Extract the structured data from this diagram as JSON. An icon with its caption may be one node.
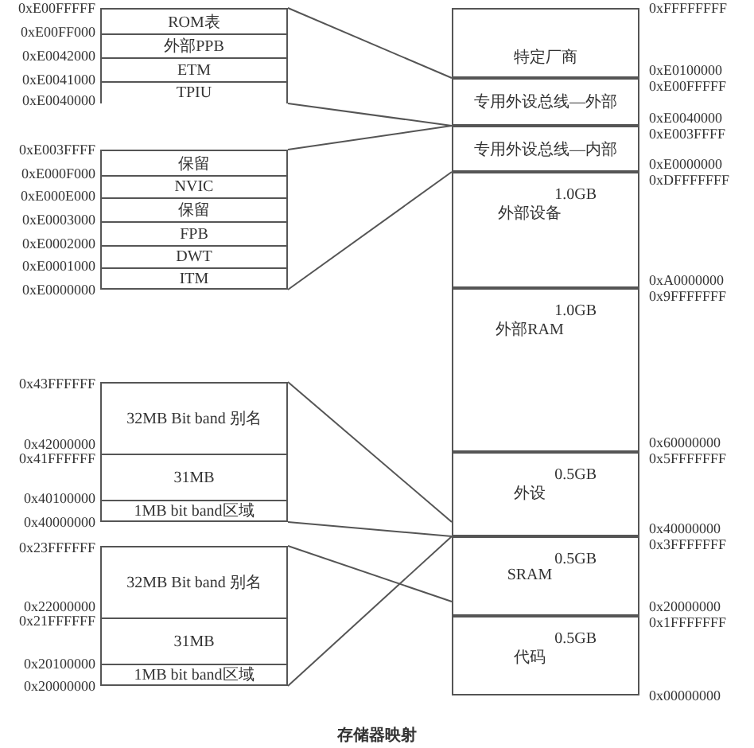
{
  "diagram": {
    "caption": "存储器映射",
    "nodes": [
      {
        "text": [],
        "shape": "box"
      },
      {
        "text": [
          "ROM表"
        ],
        "in": 0
      },
      {
        "text": [
          "外部PPB"
        ],
        "in": 0
      },
      {
        "text": [
          "ETM"
        ],
        "in": 0
      },
      {
        "text": [
          "TPIU"
        ],
        "in": 0
      },
      {
        "text": [
          "特定厂商"
        ]
      },
      {
        "text": [
          "专用外设总线—外部"
        ]
      },
      {
        "text": [],
        "shape": "box"
      },
      {
        "text": [
          "保留"
        ],
        "in": 7
      },
      {
        "text": [
          "NVIC"
        ],
        "in": 7
      },
      {
        "text": [
          "保留"
        ],
        "in": 7
      },
      {
        "text": [
          "FPB"
        ],
        "in": 7
      },
      {
        "text": [
          "DWT"
        ],
        "in": 7
      },
      {
        "text": [
          "ITM"
        ],
        "in": 7
      },
      {
        "text": [
          "专用外设总线—内部"
        ]
      },
      {
        "text": [
          "1.0GB",
          "外部设备"
        ]
      },
      {
        "text": [
          "1.0GB",
          "外部RAM"
        ]
      },
      {
        "text": [],
        "shape": "box"
      },
      {
        "text": [
          "32MB Bit band 别名"
        ],
        "in": 17
      },
      {
        "text": [
          "31MB"
        ],
        "in": 17
      },
      {
        "text": [
          "1MB bit band区域"
        ],
        "in": 17
      },
      {
        "text": [
          "0.5GB",
          "外设"
        ]
      },
      {
        "text": [],
        "shape": "box"
      },
      {
        "text": [
          "32MB Bit band 别名"
        ],
        "in": 22
      },
      {
        "text": [
          "31MB"
        ],
        "in": 22
      },
      {
        "text": [
          "1MB bit band区域"
        ],
        "in": 22
      },
      {
        "text": [
          "0.5GB",
          "SRAM"
        ]
      },
      {
        "text": [
          "0.5GB",
          "代码"
        ]
      }
    ],
    "edges": [
      {
        "from": 0,
        "to": 6,
        "arrow": "none"
      },
      {
        "from": 0,
        "to": 6,
        "arrow": "none"
      },
      {
        "from": 7,
        "to": 14,
        "arrow": "none"
      },
      {
        "from": 7,
        "to": 14,
        "arrow": "none"
      },
      {
        "from": 17,
        "to": 21,
        "arrow": "none"
      },
      {
        "from": 17,
        "to": 21,
        "arrow": "none"
      },
      {
        "from": 22,
        "to": 26,
        "arrow": "none"
      },
      {
        "from": 22,
        "to": 26,
        "arrow": "none"
      }
    ],
    "labels": [
      "0xE00FFFFF",
      "0xE00FF000",
      "0xE0042000",
      "0xE0041000",
      "0xE0040000",
      "0xE003FFFF",
      "0xE000F000",
      "0xE000E000",
      "0xE0003000",
      "0xE0002000",
      "0xE0001000",
      "0xE0000000",
      "0x43FFFFFF",
      "0x42000000",
      "0x41FFFFFF",
      "0x40100000",
      "0x40000000",
      "0x23FFFFFF",
      "0x22000000",
      "0x21FFFFFF",
      "0x20100000",
      "0x20000000",
      "0xFFFFFFFF",
      "0xE0100000",
      "0xE00FFFFF",
      "0xE0040000",
      "0xE003FFFF",
      "0xE0000000",
      "0xDFFFFFFF",
      "0xA0000000",
      "0x9FFFFFFF",
      "0x60000000",
      "0x5FFFFFFF",
      "0x40000000",
      "0x3FFFFFFF",
      "0x20000000",
      "0x1FFFFFFF",
      "0x00000000"
    ]
  }
}
